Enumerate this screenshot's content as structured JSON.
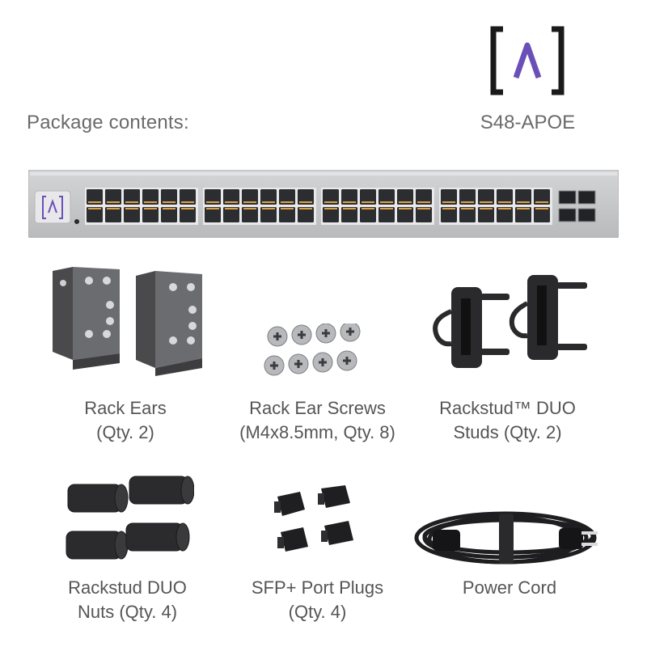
{
  "header": {
    "title": "Package contents:",
    "model": "S48-APOE"
  },
  "colors": {
    "brand": "#6b4fb8",
    "text": "#555555",
    "switch_body": "#c7c8ca",
    "port": "#2b2d30"
  },
  "items": [
    {
      "line1": "Rack Ears",
      "line2": "(Qty. 2)",
      "icon": "rack-ears"
    },
    {
      "line1": "Rack Ear Screws",
      "line2": "(M4x8.5mm, Qty. 8)",
      "icon": "screws"
    },
    {
      "line1": "Rackstud™ DUO",
      "line2": "Studs (Qty. 2)",
      "icon": "rackstud-studs"
    },
    {
      "line1": "Rackstud DUO",
      "line2": "Nuts (Qty. 4)",
      "icon": "rackstud-nuts"
    },
    {
      "line1": "SFP+ Port Plugs",
      "line2": "(Qty. 4)",
      "icon": "sfp-plugs"
    },
    {
      "line1": "Power Cord",
      "line2": "",
      "icon": "power-cord"
    }
  ]
}
